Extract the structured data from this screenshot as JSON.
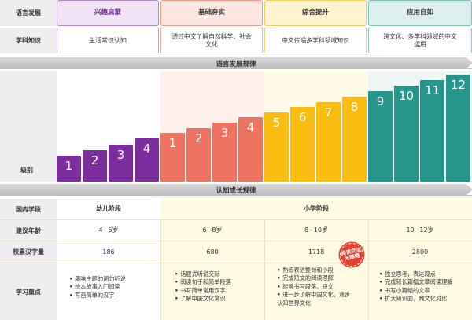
{
  "top_table": {
    "row1_label": "语言发展",
    "row2_label": "学科知识",
    "stages": [
      "兴趣启蒙",
      "基础夯实",
      "综合提升",
      "应用自如"
    ],
    "knowledge": [
      "生活常识认知",
      "透过中文了解自然科学、社会文化",
      "中文传递多学科领域知识",
      "跨文化、多学科领域的中文运用"
    ]
  },
  "banner_language": "语言发展规律",
  "level_label": "级别",
  "levels": {
    "purple": [
      "1",
      "2",
      "3",
      "4"
    ],
    "salmon": [
      "1",
      "2",
      "3",
      "4"
    ],
    "yellow": [
      "5",
      "6",
      "7",
      "8"
    ],
    "teal": [
      "9",
      "10",
      "11",
      "12"
    ]
  },
  "banner_cognitive": "认知成长规律",
  "bottom_table": {
    "labels": [
      "国内学段",
      "建议年龄",
      "积累汉字量",
      "学习重点"
    ],
    "segments": [
      "幼儿阶段",
      "小学阶段"
    ],
    "ages": [
      "4~6岁",
      "6~8岁",
      "8~10岁",
      "10~12岁"
    ],
    "chars": [
      "186",
      "680",
      "1718",
      "2800"
    ],
    "focus": [
      [
        "趣味主题的词句听说",
        "绘本故事入门阅读",
        "写画简单的汉字"
      ],
      [
        "话题式听说交际",
        "阅读句子和简单段落",
        "书写简单常用汉字",
        "了解中国文化常识"
      ],
      [
        "熟练表达整句和小段",
        "完成短文的阅读理解",
        "能够书写段落、短文",
        "进一步了解中国文化，逐步认知世界文化"
      ],
      [
        "独立思考，表达观点",
        "完成较长篇幅文章阅读理解",
        "书写小篇幅的文章",
        "扩大知识面，跨文化对比"
      ]
    ],
    "stamp": [
      "阅读交流",
      "无障碍"
    ]
  },
  "colors": {
    "purple": "#7b2d9e",
    "salmon": "#ee7461",
    "yellow": "#f9bd12",
    "teal": "#26958b"
  }
}
